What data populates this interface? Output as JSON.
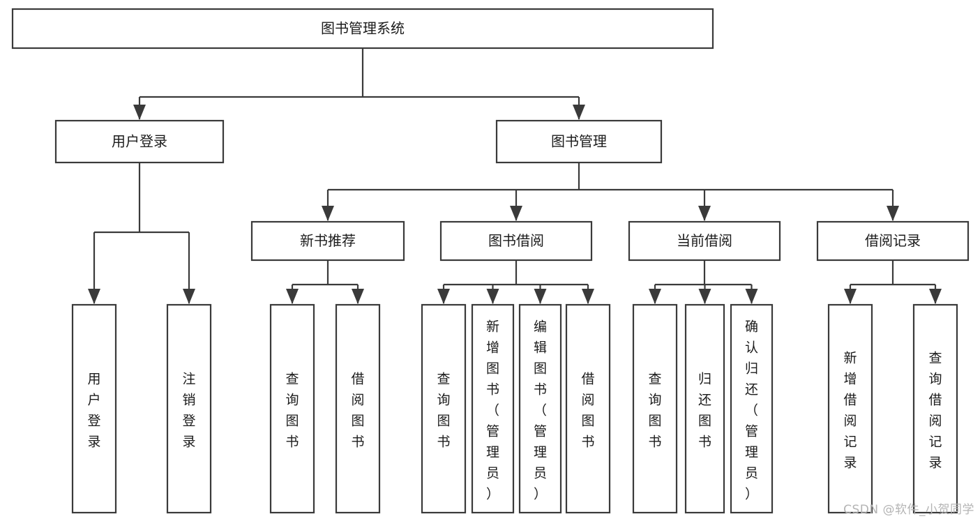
{
  "diagram": {
    "type": "tree",
    "title": "图书管理系统",
    "orientation": "top-down",
    "colors": {
      "stroke": "#3a3a3a",
      "box_fill": "#ffffff",
      "text": "#1b1b1b",
      "background": "#ffffff",
      "watermark": "#b4b4b4"
    },
    "nodes": {
      "root": {
        "label": "图书管理系统",
        "text_orientation": "horizontal"
      },
      "level2": [
        {
          "id": "user-login",
          "label": "用户登录",
          "text_orientation": "horizontal"
        },
        {
          "id": "book-management",
          "label": "图书管理",
          "text_orientation": "horizontal"
        }
      ],
      "level3": [
        {
          "id": "new-book-recommend",
          "label": "新书推荐",
          "text_orientation": "horizontal"
        },
        {
          "id": "book-borrow",
          "label": "图书借阅",
          "text_orientation": "horizontal"
        },
        {
          "id": "current-borrow",
          "label": "当前借阅",
          "text_orientation": "horizontal"
        },
        {
          "id": "borrow-record",
          "label": "借阅记录",
          "text_orientation": "horizontal"
        }
      ],
      "leaves": {
        "user-login": [
          {
            "id": "leaf-user-login",
            "label": "用户登录",
            "text_orientation": "vertical"
          },
          {
            "id": "leaf-logout-login",
            "label": "注销登录",
            "text_orientation": "vertical"
          }
        ],
        "new-book-recommend": [
          {
            "id": "leaf-query-book-1",
            "label": "查询图书",
            "text_orientation": "vertical"
          },
          {
            "id": "leaf-borrow-book-1",
            "label": "借阅图书",
            "text_orientation": "vertical"
          }
        ],
        "book-borrow": [
          {
            "id": "leaf-query-book-2",
            "label": "查询图书",
            "text_orientation": "vertical"
          },
          {
            "id": "leaf-add-book",
            "label": "新增图书（管理员）",
            "text_orientation": "vertical"
          },
          {
            "id": "leaf-edit-book",
            "label": "编辑图书（管理员）",
            "text_orientation": "vertical"
          },
          {
            "id": "leaf-borrow-book-2",
            "label": "借阅图书",
            "text_orientation": "vertical"
          }
        ],
        "current-borrow": [
          {
            "id": "leaf-query-book-3",
            "label": "查询图书",
            "text_orientation": "vertical"
          },
          {
            "id": "leaf-return-book",
            "label": "归还图书",
            "text_orientation": "vertical"
          },
          {
            "id": "leaf-confirm-return",
            "label": "确认归还（管理员）",
            "text_orientation": "vertical"
          }
        ],
        "borrow-record": [
          {
            "id": "leaf-add-record",
            "label": "新增借阅记录",
            "text_orientation": "vertical"
          },
          {
            "id": "leaf-query-record",
            "label": "查询借阅记录",
            "text_orientation": "vertical"
          }
        ]
      }
    },
    "watermark": "CSDN @软件_小贺同学"
  }
}
